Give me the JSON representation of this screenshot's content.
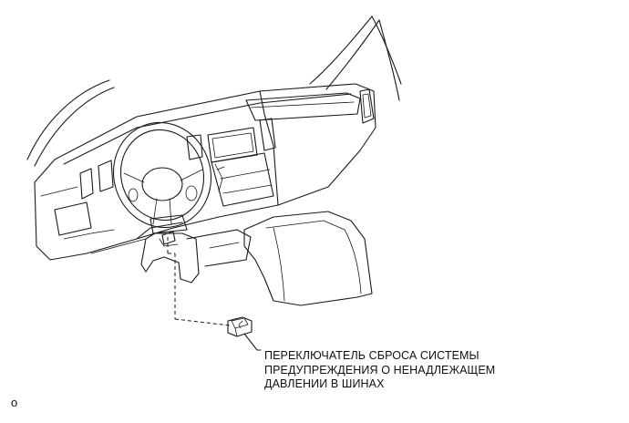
{
  "callout": {
    "line1": "ПЕРЕКЛЮЧАТЕЛЬ СБРОСА СИСТЕМЫ",
    "line2": "ПРЕДУПРЕЖДЕНИЯ О НЕНАДЛЕЖАЩЕМ",
    "line3": "ДАВЛЕНИИ В ШИНАХ"
  },
  "corner_mark": "o"
}
